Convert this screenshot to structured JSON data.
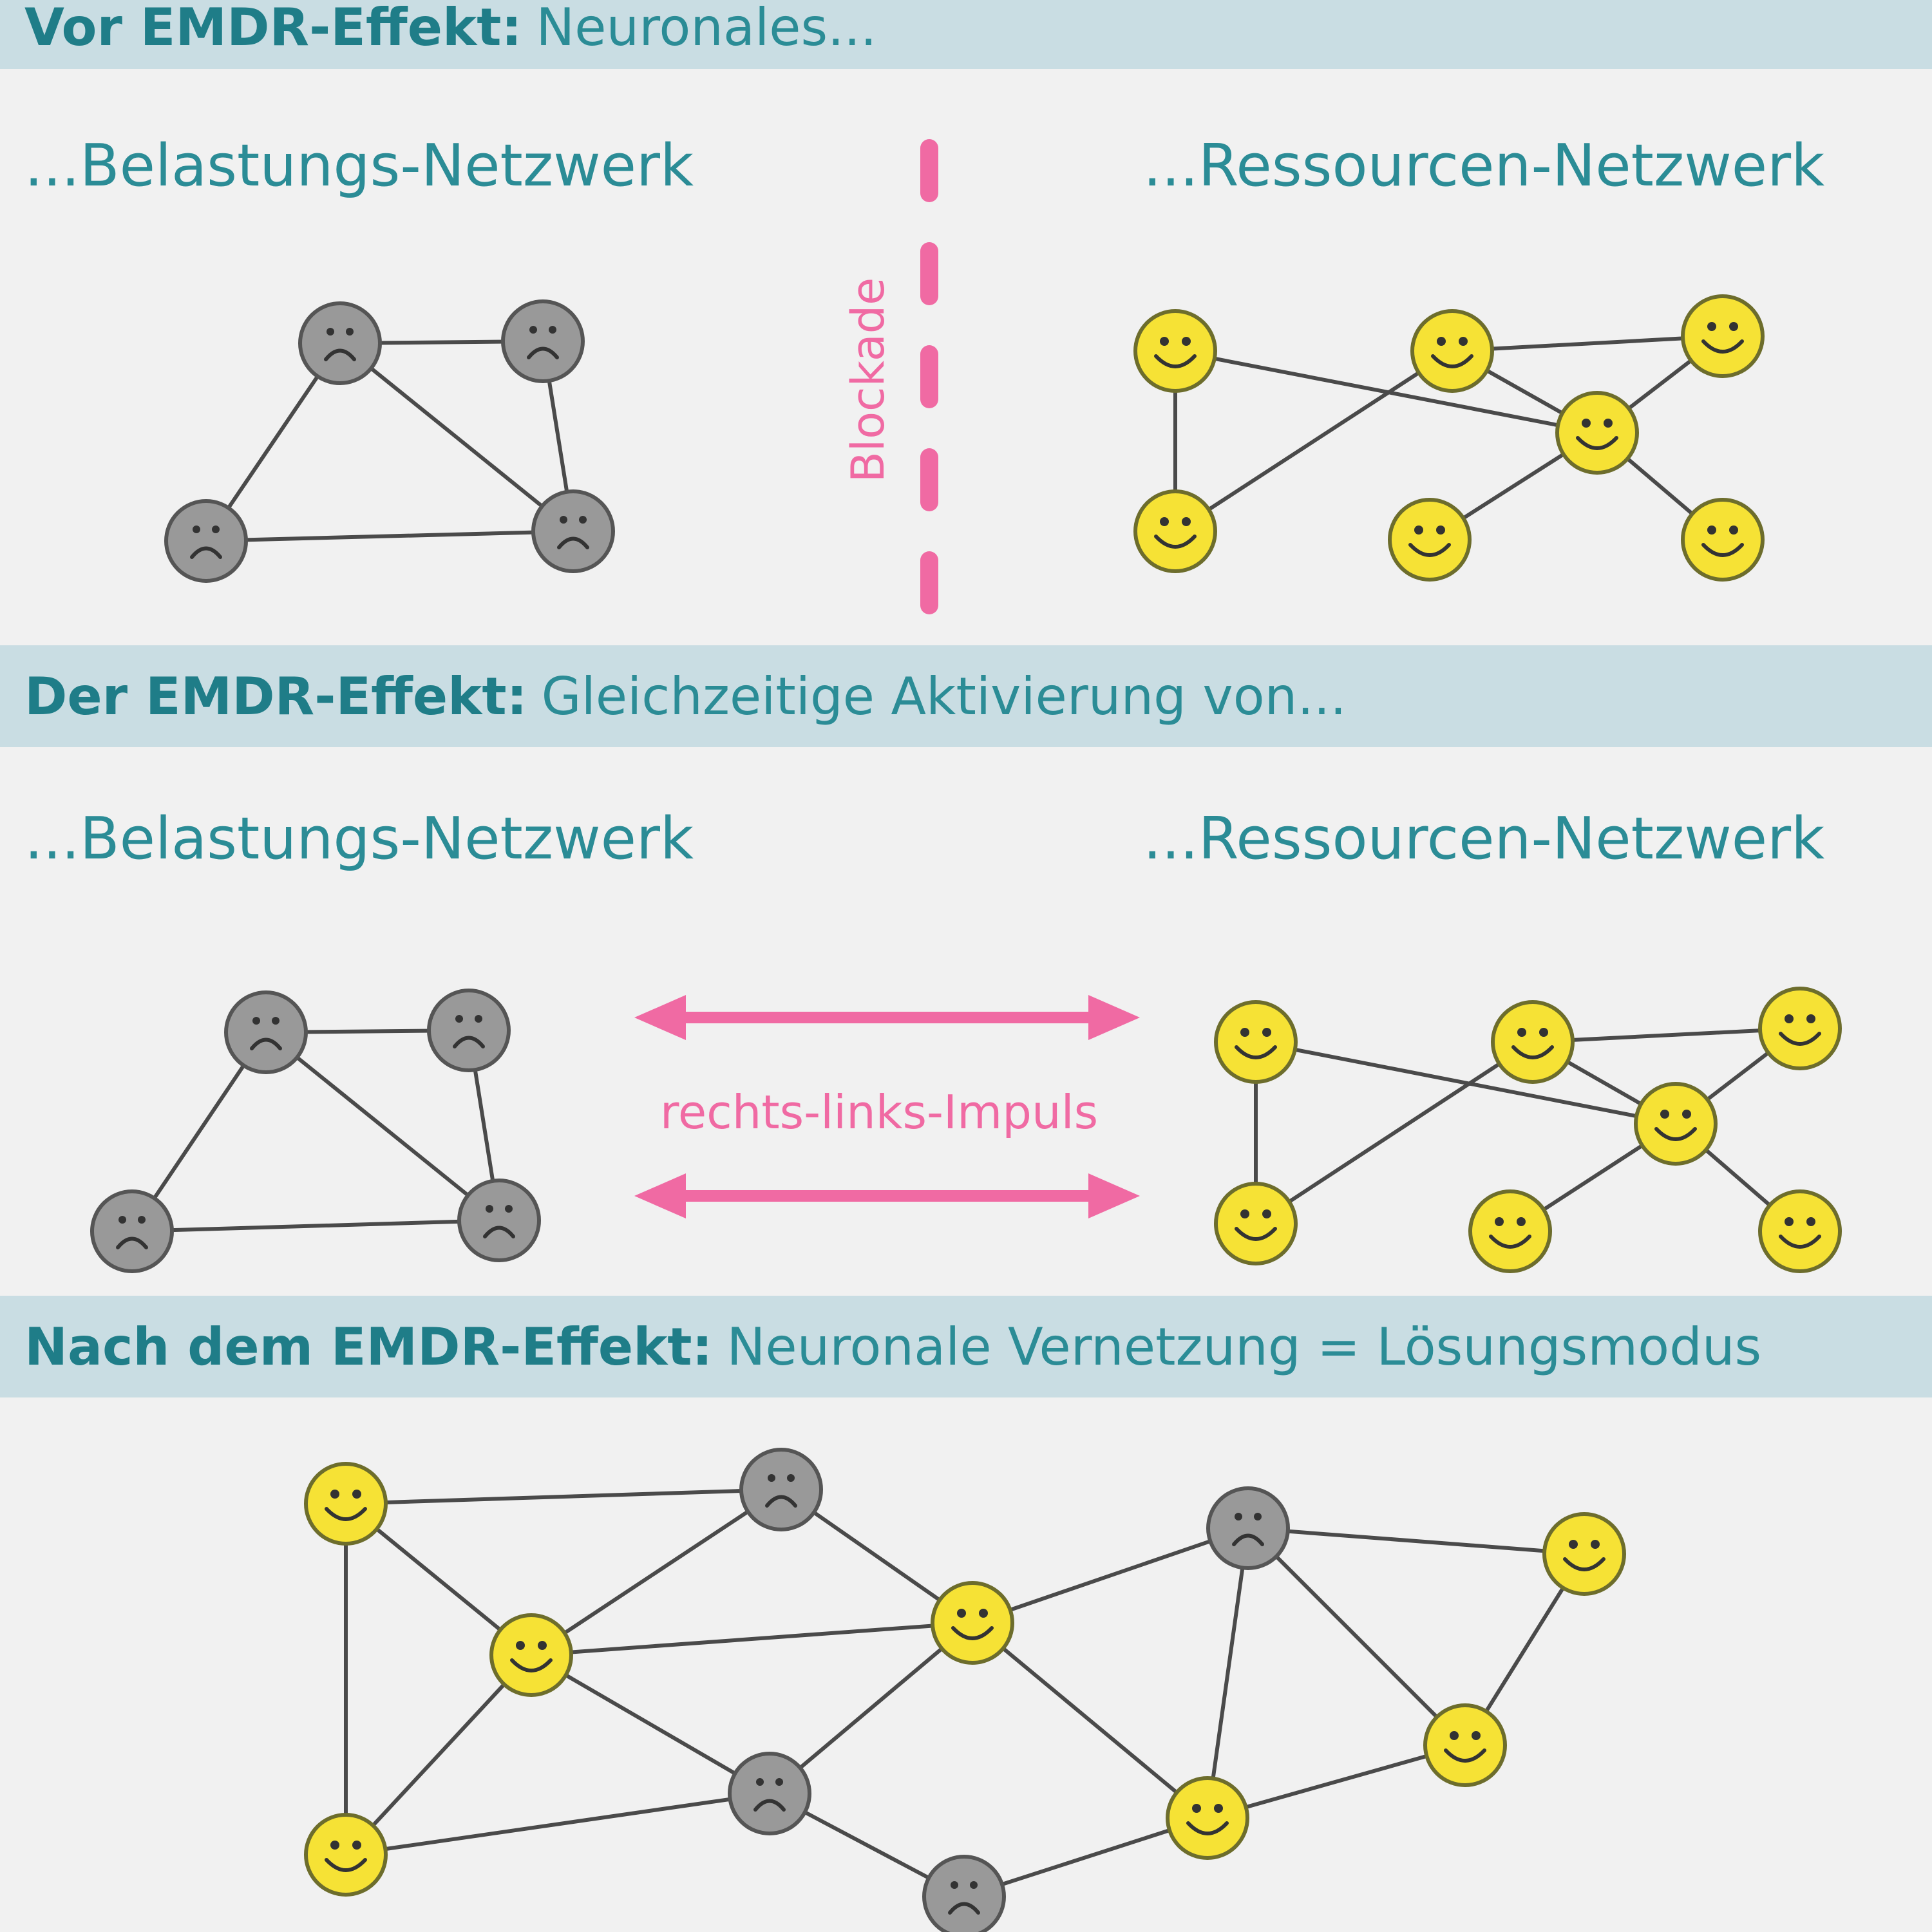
{
  "sections": {
    "before": {
      "bold": "Vor EMDR-Effekt:",
      "text": "Neuronales..."
    },
    "during": {
      "bold": "Der EMDR-Effekt:",
      "text": "Gleichzeitige Aktivierung von..."
    },
    "after": {
      "bold": "Nach dem EMDR-Effekt:",
      "text": "Neuronale Vernetzung = Lösungsmodus"
    }
  },
  "labels": {
    "stress_network": "...Belastungs-Netzwerk",
    "resource_network": "...Ressourcen-Netzwerk",
    "blockade": "Blockade",
    "impulse": "rechts-links-Impuls"
  },
  "colors": {
    "header_band": "#c9dde3",
    "teal_text": "#2b8c96",
    "pink_accent": "#f06aa3",
    "happy_fill": "#f6e235",
    "sad_fill": "#999999"
  },
  "icons": [
    "happy-face-icon",
    "sad-face-icon",
    "double-arrow-icon"
  ]
}
